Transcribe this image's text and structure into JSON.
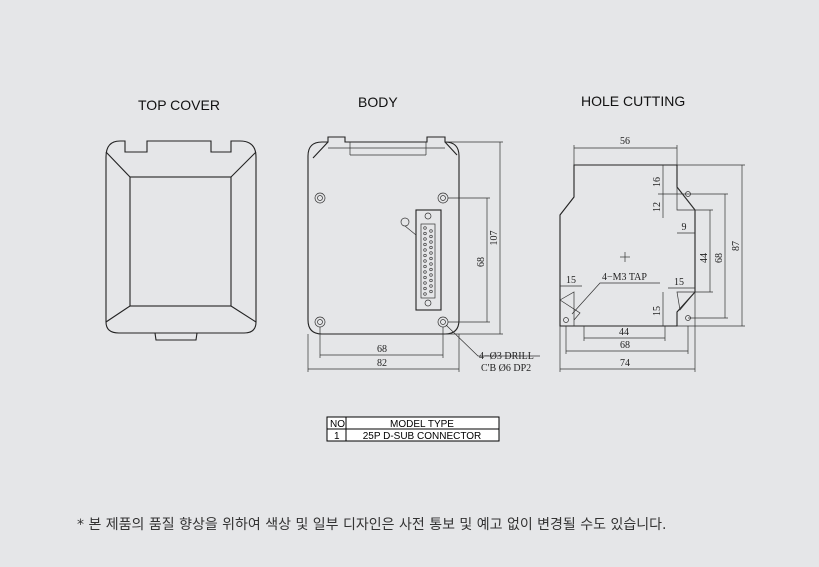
{
  "titles": {
    "top_cover": "TOP COVER",
    "body": "BODY",
    "hole_cutting": "HOLE CUTTING"
  },
  "body_dims": {
    "height": "107",
    "hole_vertical": "68",
    "hole_horizontal": "68",
    "width": "82",
    "drill_note_1": "4−Ø3 DRILL",
    "drill_note_2": "C'B Ø6 DP2"
  },
  "hole_dims": {
    "top_width": "56",
    "d16": "16",
    "d12": "12",
    "d9": "9",
    "d44_v": "44",
    "d68_v": "68",
    "d87": "87",
    "d15_left": "15",
    "d15_right": "15",
    "d15_v": "15",
    "tap_note": "4−M3 TAP",
    "d44_h": "44",
    "d68_h": "68",
    "d74": "74"
  },
  "model_table": {
    "headers": [
      "NO",
      "MODEL  TYPE"
    ],
    "rows": [
      [
        "1",
        "25P D-SUB CONNECTOR"
      ]
    ]
  },
  "footnote": "* 본 제품의 품질 향상을 위하여 색상 및 일부 디자인은 사전 통보 및 예고 없이 변경될 수도 있습니다."
}
